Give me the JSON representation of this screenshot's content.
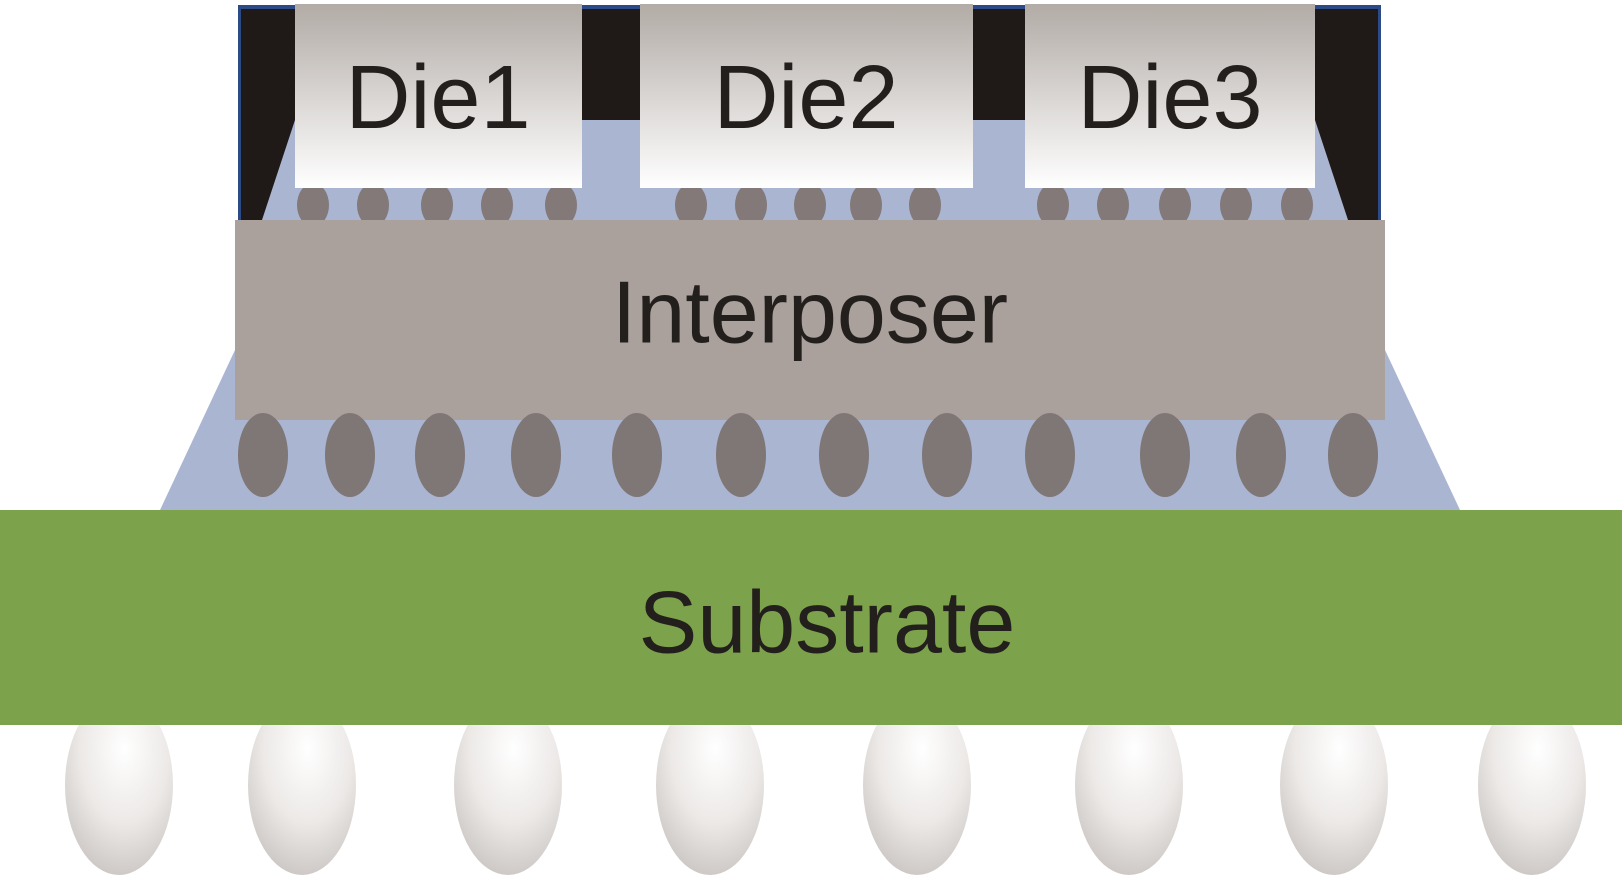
{
  "diagram": {
    "dies": [
      {
        "label": "Die1"
      },
      {
        "label": "Die2"
      },
      {
        "label": "Die3"
      }
    ],
    "interposer": {
      "label": "Interposer"
    },
    "substrate": {
      "label": "Substrate"
    }
  },
  "colors": {
    "die_top": "#b2aba6",
    "die_bottom": "#ffffff",
    "mold": "#1f1a17",
    "mold_edge": "#2b4a86",
    "underfill": "#aab5d2",
    "interposer": "#aaa19c",
    "micro_bump": "#837979",
    "c4_bump": "#7f7676",
    "substrate": "#7da24c",
    "solder_ball_light": "#ffffff",
    "solder_ball_dark": "#cfcbc8",
    "text": "#231f1c"
  }
}
